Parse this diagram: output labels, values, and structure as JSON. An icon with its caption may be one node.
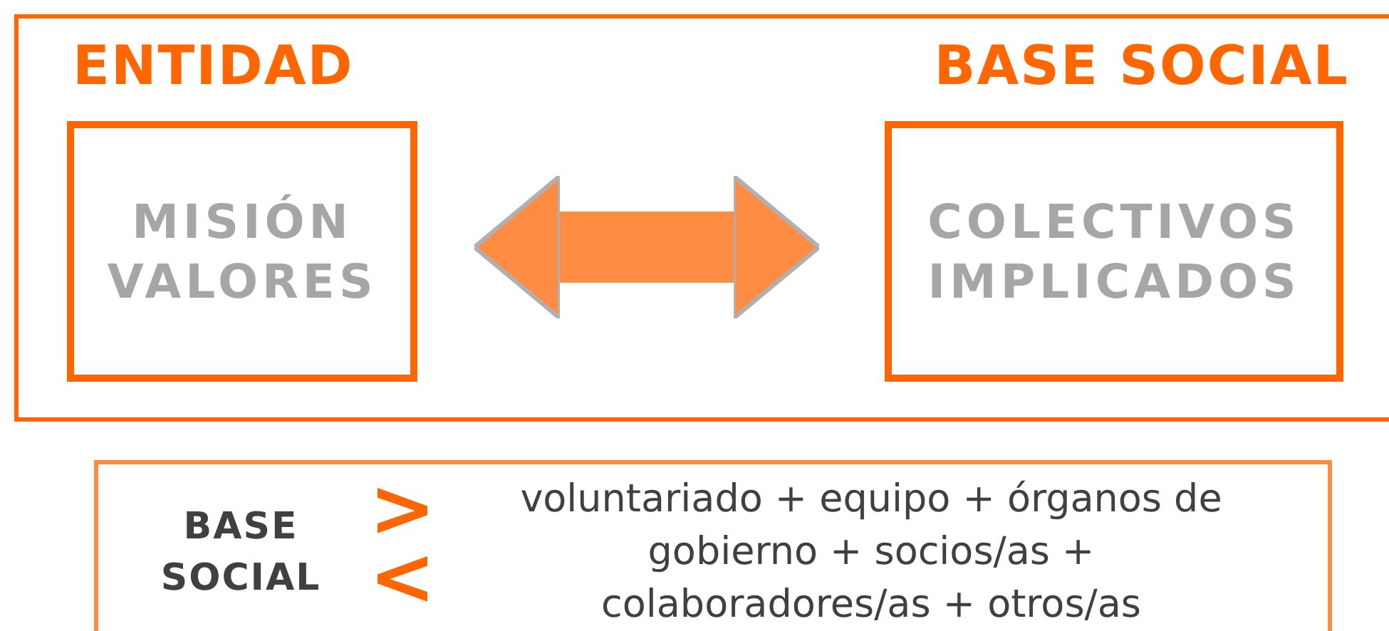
{
  "diagram": {
    "nodes": [
      {
        "text": [],
        "shape": "box"
      },
      {
        "text": [
          "ENTIDAD",
          "MISIÓN VALORES"
        ],
        "in": 0
      },
      {
        "text": [
          "BASE SOCIAL",
          "COLECTIVOS IMPLICADOS"
        ],
        "in": 0
      },
      {
        "text": [
          "BASE SOCIAL",
          ">",
          "<",
          "voluntariado + equipo + órganos de gobierno + socios/as + colaboradores/as + otros/as"
        ]
      }
    ],
    "edges": [
      {
        "from": 1,
        "to": 2,
        "arrow": "both"
      }
    ]
  }
}
